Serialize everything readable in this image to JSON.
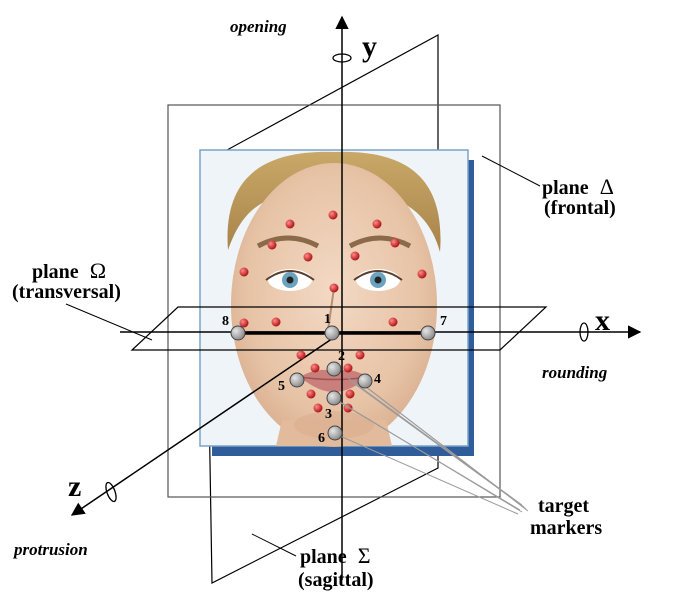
{
  "axes": {
    "y": {
      "letter": "y",
      "motion": "opening"
    },
    "x": {
      "letter": "x",
      "motion": "rounding"
    },
    "z": {
      "letter": "z",
      "motion": "protrusion"
    }
  },
  "planes": {
    "frontal": {
      "prefix": "plane",
      "symbol": "Δ",
      "name": "(frontal)"
    },
    "transversal": {
      "prefix": "plane",
      "symbol": "Ω",
      "name": "(transversal)"
    },
    "sagittal": {
      "prefix": "plane",
      "symbol": "Σ",
      "name": "(sagittal)"
    }
  },
  "markers_label": {
    "line1": "target",
    "line2": "markers"
  },
  "marker_numbers": [
    "1",
    "2",
    "3",
    "4",
    "5",
    "6",
    "7",
    "8"
  ],
  "colors": {
    "ink": "#000000",
    "photo_shadow": "#2f5d9a",
    "photo_border": "#7aa3c9",
    "red_dot": "#c81e1e",
    "gray_marker": "#a9a9a9"
  }
}
